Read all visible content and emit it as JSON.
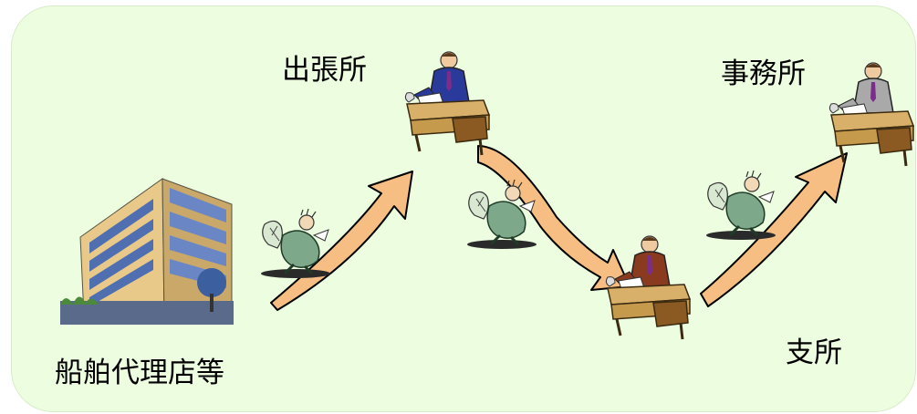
{
  "nodes": {
    "agency": {
      "label": "船舶代理店等"
    },
    "branch_office": {
      "label": "出張所"
    },
    "sub_office": {
      "label": "支所"
    },
    "office": {
      "label": "事務所"
    }
  },
  "colors": {
    "background": "#ecfde0",
    "arrow_fill": "#f6be82",
    "arrow_stroke": "#000000"
  },
  "icons": {
    "building": "office-building-icon",
    "clerk": "clerk-at-desk-icon",
    "runner": "running-messenger-icon"
  }
}
